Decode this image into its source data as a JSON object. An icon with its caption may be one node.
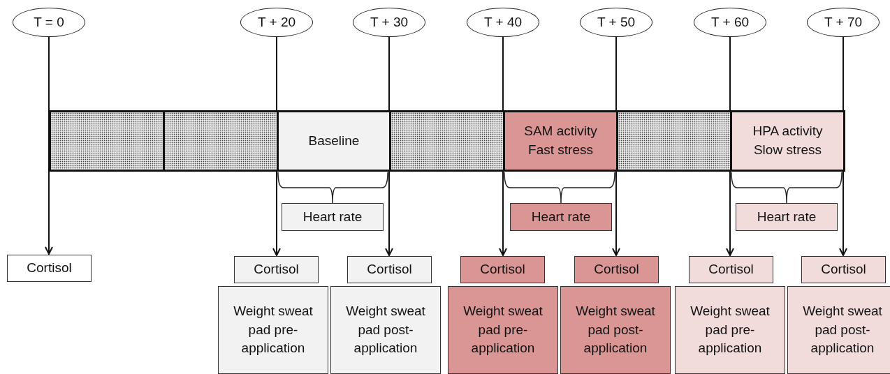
{
  "diagram": {
    "nodes": [
      {
        "text": [
          "T = 0"
        ]
      },
      {
        "text": [
          "T + 20"
        ]
      },
      {
        "text": [
          "T + 30"
        ]
      },
      {
        "text": [
          "T + 40"
        ]
      },
      {
        "text": [
          "T + 50"
        ]
      },
      {
        "text": [
          "T + 60"
        ]
      },
      {
        "text": [
          "T + 70"
        ]
      },
      {
        "text": [],
        "shape": "box"
      },
      {
        "text": [],
        "shape": "box"
      },
      {
        "text": [
          "Baseline"
        ]
      },
      {
        "text": [],
        "shape": "box"
      },
      {
        "text": [
          "SAM activity Fast stress"
        ]
      },
      {
        "text": [],
        "shape": "box"
      },
      {
        "text": [
          "HPA activity Slow stress"
        ]
      },
      {
        "text": [
          "Heart rate"
        ]
      },
      {
        "text": [
          "Heart rate"
        ]
      },
      {
        "text": [
          "Heart rate"
        ]
      },
      {
        "text": [
          "Cortisol"
        ]
      },
      {
        "text": [
          "Cortisol"
        ]
      },
      {
        "text": [
          "Cortisol"
        ]
      },
      {
        "text": [
          "Cortisol"
        ]
      },
      {
        "text": [
          "Cortisol"
        ]
      },
      {
        "text": [
          "Cortisol"
        ]
      },
      {
        "text": [
          "Cortisol"
        ]
      },
      {
        "text": [
          "Weight sweat pad pre-application"
        ]
      },
      {
        "text": [
          "Weight sweat pad post-application"
        ]
      },
      {
        "text": [
          "Weight sweat pad pre-application"
        ]
      },
      {
        "text": [
          "Weight sweat pad post-application"
        ]
      },
      {
        "text": [
          "Weight sweat pad pre-application"
        ]
      },
      {
        "text": [
          "Weight sweat pad post-application"
        ]
      }
    ],
    "edges": [
      {
        "from": 0,
        "to": 17,
        "arrow": "to"
      },
      {
        "from": 1,
        "to": 18,
        "arrow": "to"
      },
      {
        "from": 2,
        "to": 19,
        "arrow": "to"
      },
      {
        "from": 3,
        "to": 20,
        "arrow": "to"
      },
      {
        "from": 4,
        "to": 21,
        "arrow": "to"
      },
      {
        "from": 5,
        "to": 22,
        "arrow": "to"
      },
      {
        "from": 6,
        "to": 23,
        "arrow": "to"
      },
      {
        "from": 9,
        "to": 14,
        "arrow": "none"
      },
      {
        "from": 11,
        "to": 15,
        "arrow": "none"
      },
      {
        "from": 13,
        "to": 16,
        "arrow": "none"
      }
    ]
  }
}
